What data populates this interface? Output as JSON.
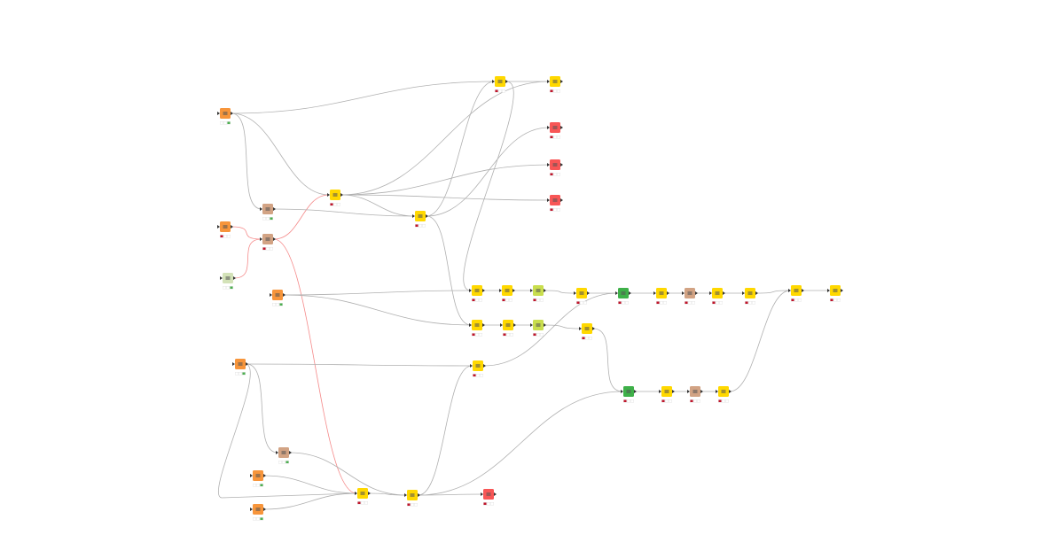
{
  "palette": {
    "source": "#f7953b",
    "manipulator": "#d2a384",
    "learner": "#ffd800",
    "sink": "#f85656",
    "loop_start": "#3eb049",
    "loop_end": "#c9de4e",
    "other": "#d3e2b8",
    "edge": "#b0b0b0",
    "flow_var_edge": "#f58a8a",
    "status_red": "#c0142a",
    "status_green": "#4caf50",
    "status_blank": "#e4e4e4"
  },
  "nodes": [
    {
      "id": "n1",
      "kind": "source",
      "status": "green"
    },
    {
      "id": "n2",
      "kind": "manipulator",
      "status": "green"
    },
    {
      "id": "n3",
      "kind": "source",
      "status": "red"
    },
    {
      "id": "n4",
      "kind": "manipulator",
      "status": "red"
    },
    {
      "id": "n5",
      "kind": "other",
      "status": "green"
    },
    {
      "id": "n6",
      "kind": "learner",
      "status": "red"
    },
    {
      "id": "n7",
      "kind": "learner",
      "status": "red"
    },
    {
      "id": "n8",
      "kind": "learner",
      "status": "red"
    },
    {
      "id": "n9",
      "kind": "learner",
      "status": "red"
    },
    {
      "id": "n10",
      "kind": "sink",
      "status": "red"
    },
    {
      "id": "n11",
      "kind": "sink",
      "status": "red"
    },
    {
      "id": "n12",
      "kind": "sink",
      "status": "red"
    },
    {
      "id": "n13",
      "kind": "source",
      "status": "green"
    },
    {
      "id": "r1a",
      "kind": "learner",
      "status": "red"
    },
    {
      "id": "r1b",
      "kind": "learner",
      "status": "red"
    },
    {
      "id": "r1c",
      "kind": "loop_end",
      "status": "red"
    },
    {
      "id": "r1d",
      "kind": "learner",
      "status": "red"
    },
    {
      "id": "r1e",
      "kind": "loop_start",
      "status": "red"
    },
    {
      "id": "r1f",
      "kind": "learner",
      "status": "red"
    },
    {
      "id": "r1g",
      "kind": "manipulator",
      "status": "red"
    },
    {
      "id": "r1h",
      "kind": "learner",
      "status": "red"
    },
    {
      "id": "r1i",
      "kind": "learner",
      "status": "red"
    },
    {
      "id": "r1j",
      "kind": "learner",
      "status": "red"
    },
    {
      "id": "r1k",
      "kind": "learner",
      "status": "red"
    },
    {
      "id": "r2a",
      "kind": "learner",
      "status": "red"
    },
    {
      "id": "r2b",
      "kind": "learner",
      "status": "red"
    },
    {
      "id": "r2c",
      "kind": "loop_end",
      "status": "red"
    },
    {
      "id": "r2d",
      "kind": "learner",
      "status": "red"
    },
    {
      "id": "n14",
      "kind": "source",
      "status": "green"
    },
    {
      "id": "n15",
      "kind": "learner",
      "status": "red"
    },
    {
      "id": "r3a",
      "kind": "loop_start",
      "status": "red"
    },
    {
      "id": "r3b",
      "kind": "learner",
      "status": "red"
    },
    {
      "id": "r3c",
      "kind": "manipulator",
      "status": "red"
    },
    {
      "id": "r3d",
      "kind": "learner",
      "status": "red"
    },
    {
      "id": "n16",
      "kind": "manipulator",
      "status": "green"
    },
    {
      "id": "n17",
      "kind": "source",
      "status": "green"
    },
    {
      "id": "n18",
      "kind": "source",
      "status": "green"
    },
    {
      "id": "n19",
      "kind": "learner",
      "status": "red"
    },
    {
      "id": "n20",
      "kind": "learner",
      "status": "red"
    },
    {
      "id": "n21",
      "kind": "sink",
      "status": "red"
    }
  ],
  "edges": [
    [
      "n1",
      "n8",
      "data"
    ],
    [
      "n1",
      "n2",
      "data"
    ],
    [
      "n1",
      "n6",
      "data"
    ],
    [
      "n3",
      "n4",
      "flow"
    ],
    [
      "n5",
      "n4",
      "flow"
    ],
    [
      "n4",
      "n6",
      "flow"
    ],
    [
      "n4",
      "n19",
      "flow"
    ],
    [
      "n2",
      "n7",
      "data"
    ],
    [
      "n6",
      "n7",
      "data"
    ],
    [
      "n6",
      "n9",
      "data"
    ],
    [
      "n6",
      "n11",
      "data"
    ],
    [
      "n6",
      "n12",
      "data"
    ],
    [
      "n7",
      "n8",
      "data"
    ],
    [
      "n7",
      "n10",
      "data"
    ],
    [
      "n8",
      "n9",
      "data"
    ],
    [
      "n8",
      "r1a",
      "data"
    ],
    [
      "n7",
      "r2a",
      "data"
    ],
    [
      "n13",
      "r1a",
      "data"
    ],
    [
      "n13",
      "r2a",
      "data"
    ],
    [
      "r1a",
      "r1b",
      "data"
    ],
    [
      "r1b",
      "r1c",
      "data"
    ],
    [
      "r1c",
      "r1d",
      "data"
    ],
    [
      "r1d",
      "r1e",
      "data"
    ],
    [
      "r1e",
      "r1f",
      "data"
    ],
    [
      "r1f",
      "r1g",
      "data"
    ],
    [
      "r1g",
      "r1h",
      "data"
    ],
    [
      "r1h",
      "r1i",
      "data"
    ],
    [
      "r1i",
      "r1j",
      "data"
    ],
    [
      "r1j",
      "r1k",
      "data"
    ],
    [
      "r2a",
      "r2b",
      "data"
    ],
    [
      "r2b",
      "r2c",
      "data"
    ],
    [
      "r2c",
      "r2d",
      "data"
    ],
    [
      "r2d",
      "r3a",
      "data"
    ],
    [
      "n14",
      "n15",
      "data"
    ],
    [
      "n15",
      "r1e",
      "data"
    ],
    [
      "n14",
      "n16",
      "data"
    ],
    [
      "n14",
      "n19",
      "data"
    ],
    [
      "n16",
      "n20",
      "data"
    ],
    [
      "n17",
      "n19",
      "data"
    ],
    [
      "n18",
      "n19",
      "data"
    ],
    [
      "n19",
      "n20",
      "data"
    ],
    [
      "n20",
      "n15",
      "data"
    ],
    [
      "n20",
      "n21",
      "data"
    ],
    [
      "n20",
      "r3a",
      "data"
    ],
    [
      "r3a",
      "r3b",
      "data"
    ],
    [
      "r3b",
      "r3c",
      "data"
    ],
    [
      "r3c",
      "r3d",
      "data"
    ],
    [
      "r3d",
      "r1j",
      "data"
    ]
  ]
}
